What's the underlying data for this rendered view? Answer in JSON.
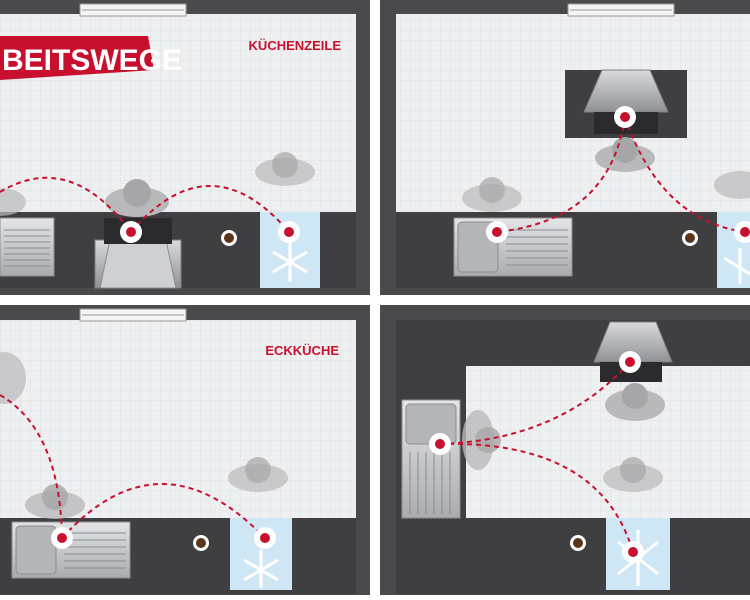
{
  "banner": {
    "text": "BEITSWEGE",
    "bg_color": "#c8102e",
    "text_color": "#ffffff"
  },
  "panels": [
    {
      "id": "top-left",
      "label": "KÜCHENZEILE"
    },
    {
      "id": "top-right",
      "label": ""
    },
    {
      "id": "bottom-left",
      "label": "ECKKÜCHE"
    },
    {
      "id": "bottom-right",
      "label": ""
    }
  ],
  "colors": {
    "wall": "#4a4a4c",
    "floor": "#ecedee",
    "floor_grid": "#d9dadc",
    "counter": "#3f3f42",
    "accent_red": "#c8102e",
    "fridge": "#cfe6f5",
    "steel": "#c7c9cc",
    "person": "#b9b9bb"
  },
  "icons": [
    "sink-icon",
    "stove-icon",
    "fridge-icon",
    "coffee-cup-icon",
    "person-icon",
    "window-icon",
    "snowflake-icon"
  ]
}
